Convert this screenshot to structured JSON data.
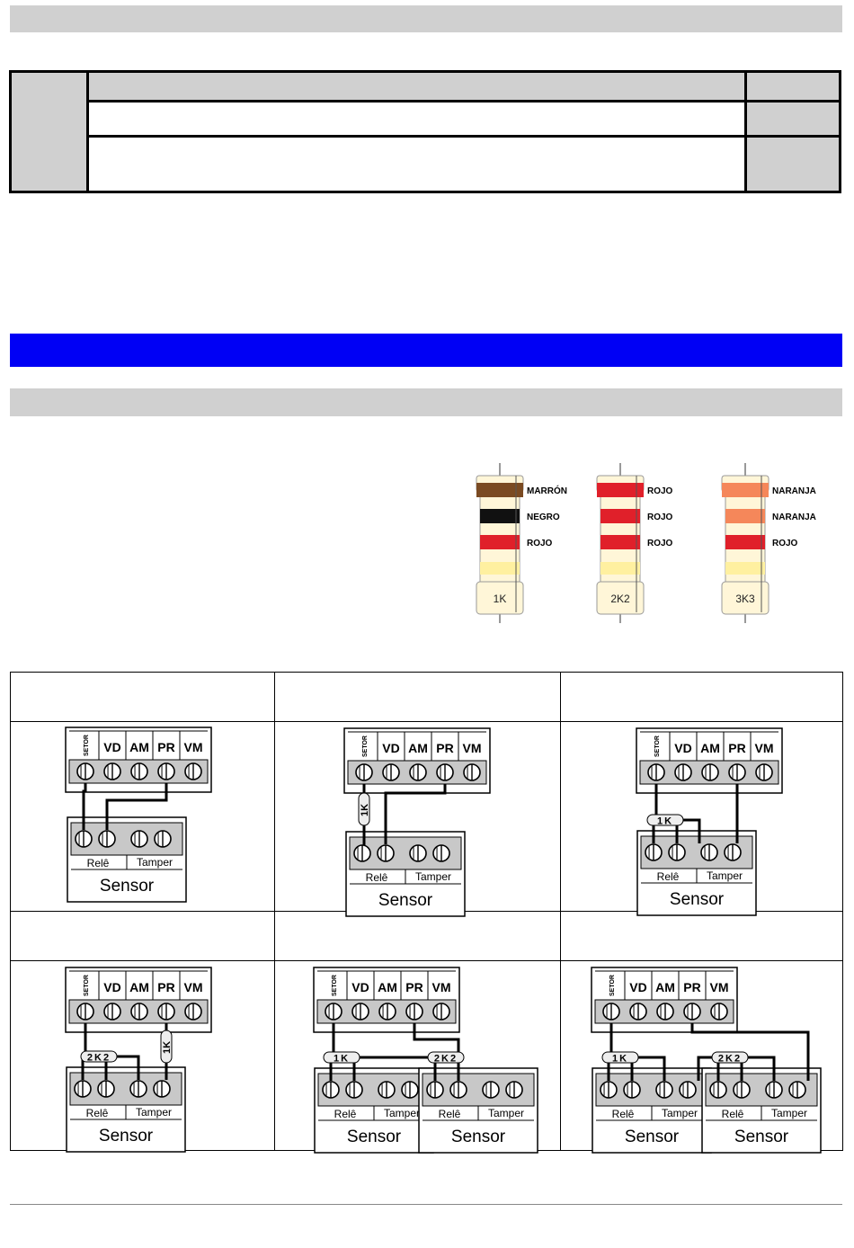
{
  "colors": {
    "header_grey": "#d0d0d0",
    "section_blue": "#0000f5",
    "band_brown": "#7a4a22",
    "band_black": "#111111",
    "band_red": "#e0202a",
    "band_orange": "#f5875a",
    "band_yellow": "#fff0a0",
    "resistor_body": "#fff6d8"
  },
  "resistors": [
    {
      "value_label": "1K",
      "bands": [
        {
          "name": "MARRÓN",
          "color": "#7a4a22"
        },
        {
          "name": "NEGRO",
          "color": "#111111"
        },
        {
          "name": "ROJO",
          "color": "#e0202a"
        }
      ]
    },
    {
      "value_label": "2K2",
      "bands": [
        {
          "name": "ROJO",
          "color": "#e0202a"
        },
        {
          "name": "ROJO",
          "color": "#e0202a"
        },
        {
          "name": "ROJO",
          "color": "#e0202a"
        }
      ]
    },
    {
      "value_label": "3K3",
      "bands": [
        {
          "name": "NARANJA",
          "color": "#f5875a"
        },
        {
          "name": "NARANJA",
          "color": "#f5875a"
        },
        {
          "name": "ROJO",
          "color": "#e0202a"
        }
      ]
    }
  ],
  "panel": {
    "setor_label": "SETOR",
    "terminals": [
      "VD",
      "AM",
      "PR",
      "VM"
    ]
  },
  "sensor": {
    "rele_label": "Relê",
    "tamper_label": "Tamper",
    "sensor_label": "Sensor"
  },
  "resistor_tags": {
    "one_k": "1K",
    "two_k_two": "2K2"
  }
}
